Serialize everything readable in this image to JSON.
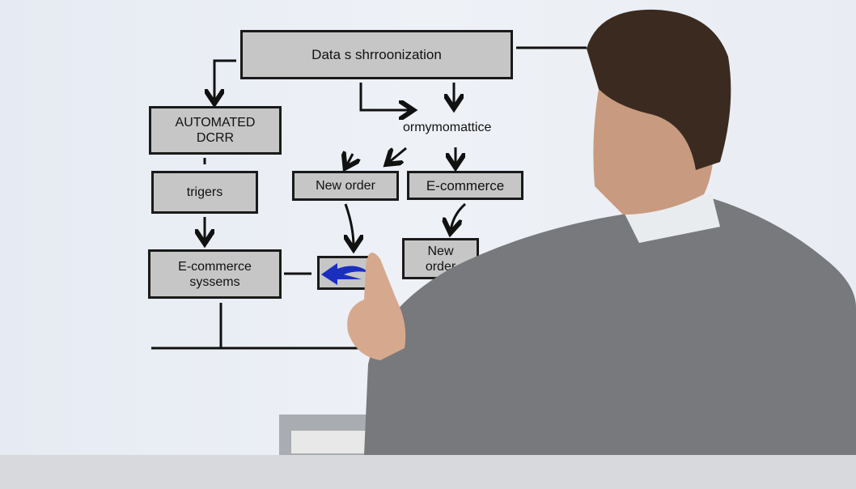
{
  "diagram": {
    "title_box": "Data  s shrroonization",
    "automated_box": [
      "AUTOMATED",
      "DCRR"
    ],
    "triggers_box": "trigers",
    "ecommerce_systems_box": [
      "E-commerce",
      "syssems"
    ],
    "new_order_box": "New order",
    "ecommerce_box": "E-commerce",
    "new_order_box_2": [
      "New",
      "order"
    ],
    "floating_label": "ormymomattice"
  },
  "colors": {
    "box_fill": "#c6c6c6",
    "accent_blue": "#1a2fc0",
    "suit": "#77797c",
    "background": "#eaeef4"
  }
}
